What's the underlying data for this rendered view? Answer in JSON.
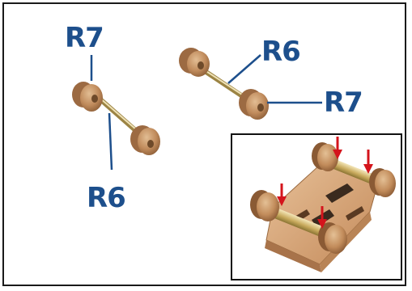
{
  "labels": {
    "top_left": "R7",
    "top_right_axle": "R6",
    "right_wheel": "R7",
    "bottom_left": "R6"
  },
  "colors": {
    "label_blue": "#1d4f8c",
    "arrow_red": "#d4141c",
    "wood": "#c89868",
    "axle_brass": "#c8b070"
  },
  "icons": {
    "inset_arrows": "down-arrow-icon"
  }
}
